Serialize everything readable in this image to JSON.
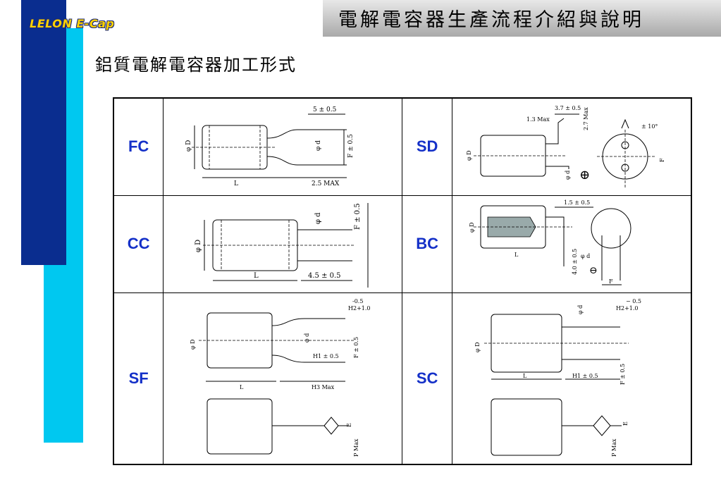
{
  "header": {
    "logo_text": "LELON E-Cap",
    "title": "電解電容器生產流程介紹與說明"
  },
  "section_title": "鋁質電解電容器加工形式",
  "forms": [
    {
      "code": "FC",
      "labels": {
        "top": "5 ± 0.5",
        "d": "φ D",
        "pd": "φ d",
        "f": "F ± 0.5",
        "l": "L",
        "max": "2.5 MAX"
      }
    },
    {
      "code": "SD",
      "labels": {
        "a": "3.7 ± 0.5",
        "b": "1.3 Max",
        "c": "2.7 Max",
        "d": "φ D",
        "pd": "φ d",
        "deg": "± 10°",
        "f": "F",
        "plus": "⊕"
      }
    },
    {
      "code": "CC",
      "labels": {
        "d": "φ D",
        "pd": "φ d",
        "f": "F ± 0.5",
        "l": "L",
        "h": "4.5 ± 0.5"
      }
    },
    {
      "code": "BC",
      "labels": {
        "a": "1.5 ± 0.5",
        "d": "φ D",
        "l": "L",
        "pd": "φ d",
        "h": "4.0 ± 0.5",
        "f": "F",
        "minus": "⊖"
      }
    },
    {
      "code": "SF",
      "labels": {
        "tol": "-0.5",
        "h2": "H2+1.0",
        "d": "φ D",
        "pd": "φ d",
        "f": "F ± 0.5",
        "h1": "H1 ± 0.5",
        "l": "L",
        "h3": "H3 Max",
        "e": "E",
        "p": "P Max"
      }
    },
    {
      "code": "SC",
      "labels": {
        "tol": "− 0.5",
        "h2": "H2+1.0",
        "pd": "φ d",
        "d": "φ D",
        "l": "L",
        "h1": "H1 ± 0.5",
        "f": "F ± 0.5",
        "e": "E",
        "p": "P Max"
      }
    }
  ]
}
